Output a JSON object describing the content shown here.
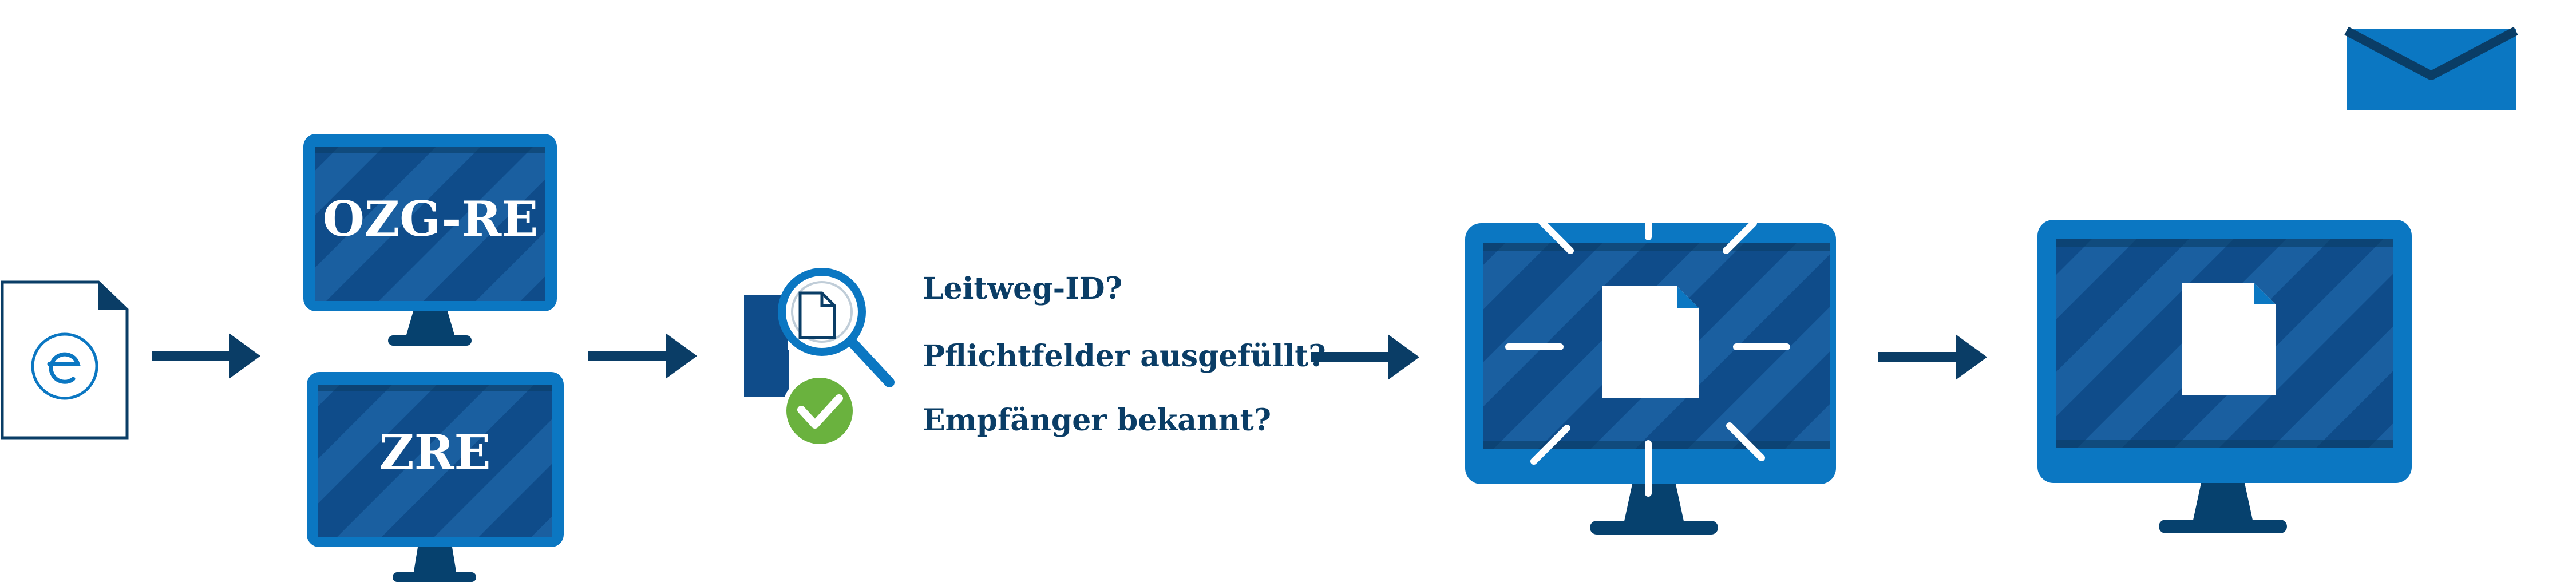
{
  "monitors": {
    "ozg_re_label": "OZG-RE",
    "zre_label": "ZRE"
  },
  "checks": [
    {
      "label": "Leitweg-ID?"
    },
    {
      "label": "Pflichtfelder ausgefüllt?"
    },
    {
      "label": "Empfänger bekannt?"
    }
  ],
  "icons": {
    "invoice": "e-invoice-document-icon",
    "inspect": "document-magnifier-icon",
    "check": "green-check-icon",
    "mail": "envelope-icon",
    "arrow": "arrow-right-icon"
  },
  "colors": {
    "frame": "#0b77c2",
    "screen": "#0f4c8a",
    "screen_stripe": "#1a5fa0",
    "stand": "#06416e",
    "arrow": "#0a3d66",
    "text": "#0a3d66",
    "check": "#6ab23e"
  }
}
